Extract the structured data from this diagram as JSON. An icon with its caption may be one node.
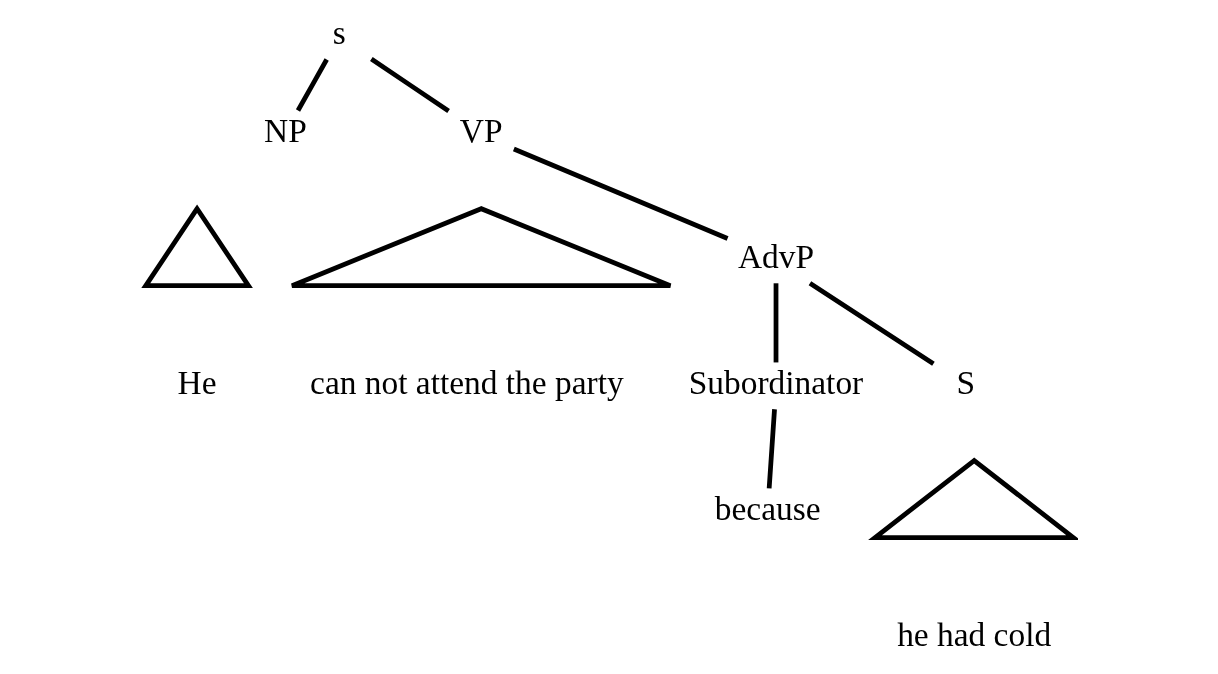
{
  "diagram": {
    "nodes": [
      {
        "text": [
          "s"
        ]
      },
      {
        "text": [
          "NP"
        ]
      },
      {
        "text": [
          "VP"
        ]
      },
      {
        "text": [],
        "shape": "triangle"
      },
      {
        "text": [],
        "shape": "triangle"
      },
      {
        "text": [
          "He"
        ]
      },
      {
        "text": [
          "can not attend the party"
        ]
      },
      {
        "text": [
          "AdvP"
        ]
      },
      {
        "text": [
          "Subordinator"
        ]
      },
      {
        "text": [
          "S"
        ]
      },
      {
        "text": [],
        "shape": "triangle"
      },
      {
        "text": [
          "because"
        ]
      },
      {
        "text": [
          "he had cold"
        ]
      }
    ],
    "edges": [
      {
        "from": 0,
        "to": 1,
        "arrow": "none"
      },
      {
        "from": 0,
        "to": 2,
        "arrow": "none"
      },
      {
        "from": 2,
        "to": 7,
        "arrow": "none"
      },
      {
        "from": 7,
        "to": 8,
        "arrow": "none"
      },
      {
        "from": 7,
        "to": 9,
        "arrow": "none"
      },
      {
        "from": 8,
        "to": 11,
        "arrow": "none"
      }
    ]
  }
}
